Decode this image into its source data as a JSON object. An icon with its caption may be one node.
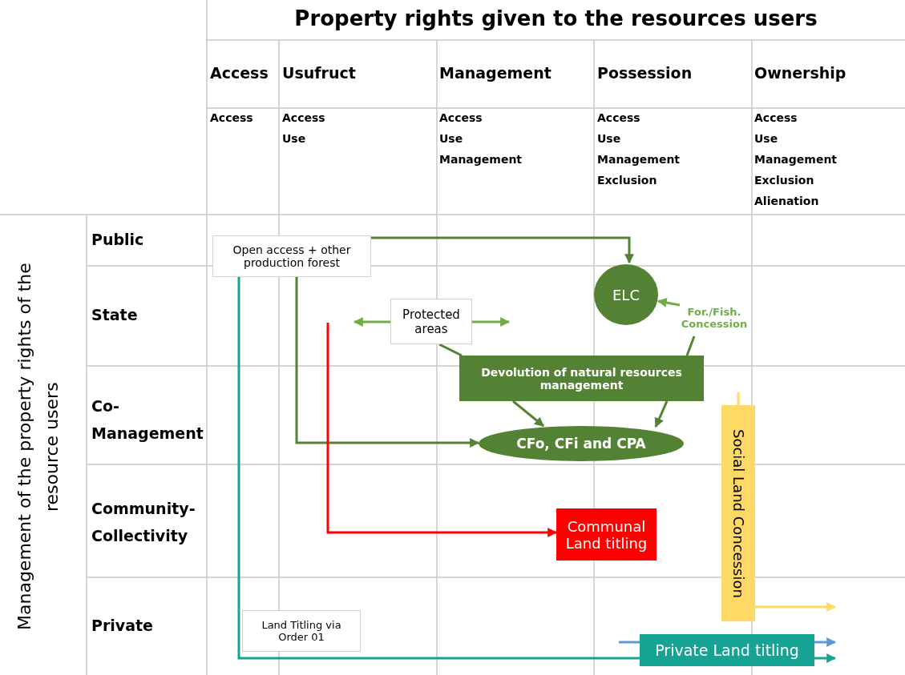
{
  "diagram": {
    "nodes": [
      {
        "text": [
          "Open access + other production forest"
        ]
      },
      {
        "text": [
          "ELC"
        ]
      },
      {
        "text": [
          "Protected areas"
        ]
      },
      {
        "text": [
          "For./Fish. Concession"
        ]
      },
      {
        "text": [
          "Devolution of natural resources management"
        ]
      },
      {
        "text": [
          "CFo, CFi and CPA"
        ]
      },
      {
        "text": [
          "Social Land Concession"
        ]
      },
      {
        "text": [
          "Communal Land titling"
        ]
      },
      {
        "text": [
          "Land Titling via Order 01"
        ]
      },
      {
        "text": [
          "Private Land titling"
        ]
      }
    ],
    "edges": [
      {
        "from": 0,
        "to": 1,
        "arrow": "to"
      },
      {
        "from": 0,
        "to": 5,
        "arrow": "to"
      },
      {
        "from": 0,
        "to": 9,
        "arrow": "none",
        "color": "#17a394"
      },
      {
        "from": 9,
        "to": null,
        "arrow": "to",
        "color": "#17a394"
      },
      {
        "from": 2,
        "to": null,
        "arrow": "to",
        "color": "#70ad47"
      },
      {
        "from": 2,
        "to": null,
        "arrow": "to",
        "color": "#70ad47"
      },
      {
        "from": 2,
        "to": 4,
        "arrow": "none"
      },
      {
        "from": 3,
        "to": 1,
        "arrow": "to",
        "color": "#70ad47"
      },
      {
        "from": 3,
        "to": 4,
        "arrow": "none"
      },
      {
        "from": 4,
        "to": 5,
        "arrow": "to"
      },
      {
        "from": 4,
        "to": 5,
        "arrow": "to"
      },
      {
        "from": null,
        "to": 7,
        "arrow": "to",
        "color": "#ff0000"
      },
      {
        "from": null,
        "to": 6,
        "arrow": "none",
        "color": "#ffd966"
      },
      {
        "from": 6,
        "to": null,
        "arrow": "to",
        "color": "#ffd966"
      },
      {
        "from": null,
        "to": 9,
        "arrow": "none",
        "color": "#5b9bd5"
      },
      {
        "from": 9,
        "to": null,
        "arrow": "to",
        "color": "#5b9bd5"
      }
    ],
    "labels": [
      "Property rights given to the resources users",
      "Access",
      "Usufruct",
      "Management",
      "Possession",
      "Ownership",
      "Access",
      "Access",
      "Use",
      "Access",
      "Use",
      "Management",
      "Access",
      "Use",
      "Management",
      "Exclusion",
      "Access",
      "Use",
      "Management",
      "Exclusion",
      "Alienation",
      "Management of the property rights of the resource users",
      "Public",
      "State",
      "Co-Management",
      "Community-Collectivity",
      "Private"
    ]
  }
}
